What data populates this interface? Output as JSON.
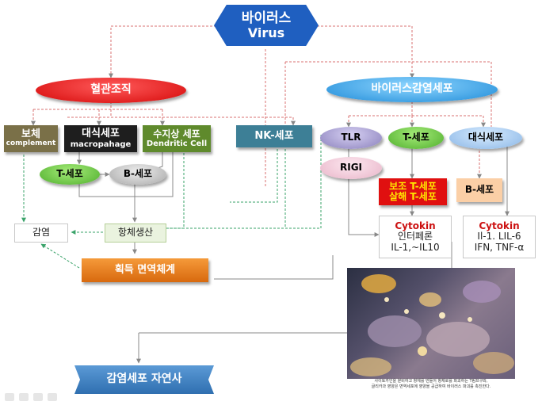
{
  "title": {
    "korean": "바이러스",
    "english": "Virus"
  },
  "branches": {
    "left": "혈관조직",
    "right": "바이러스감염세포"
  },
  "cells": {
    "complement": {
      "korean": "보체",
      "english": "complement"
    },
    "macrophage": {
      "korean": "대식세포",
      "english": "macropahage"
    },
    "dendritic": {
      "korean": "수지상 세포",
      "english": "Dendritic Cell"
    },
    "nk": "NK-세포",
    "t_left": "T-세포",
    "b_left": "B-세포",
    "tlr": "TLR",
    "t_right": "T-세포",
    "macro_right": "대식세포",
    "rigi": "RIGI",
    "helper_killer": {
      "line1": "보조 T-세포",
      "line2": "살해 T-세포"
    },
    "b_right": "B-세포"
  },
  "outcomes": {
    "infection": "감염",
    "antibody": "항체생산",
    "acquired_immunity": "획득 면역체계",
    "apoptosis": "감염세포 자연사"
  },
  "cytokines": {
    "left": {
      "title": "Cytokin",
      "line1": "인터페론",
      "line2": "IL-1,~IL10"
    },
    "right": {
      "title": "Cytokin",
      "line1": "Il-1. LIL-6",
      "line2": "IFN, TNF-α"
    }
  },
  "figure": {
    "caption_line1": "사이토카인을 분비하고 항체를 만들어 항체로를 파괴하는 T림프구와,",
    "caption_line2": "글리카과 영양은 면역세포에 영양을 공급하여 바이러스 파괴를 촉진한다."
  },
  "colors": {
    "title_blue": "#1f5fc0",
    "red_branch": "#e01010",
    "blue_branch": "#2f9be0",
    "complement": "#7a7048",
    "macrophage": "#1e1e1e",
    "dendritic": "#5f8a2c",
    "nk": "#3d7f96",
    "green_oval": "#6cc24a",
    "gray_oval": "#bdbdbd",
    "purple_oval": "#a9a0d0",
    "pink_oval": "#f0c8d8",
    "orange_bar": "#e07a1a",
    "cytokin_red": "#cc1111"
  }
}
